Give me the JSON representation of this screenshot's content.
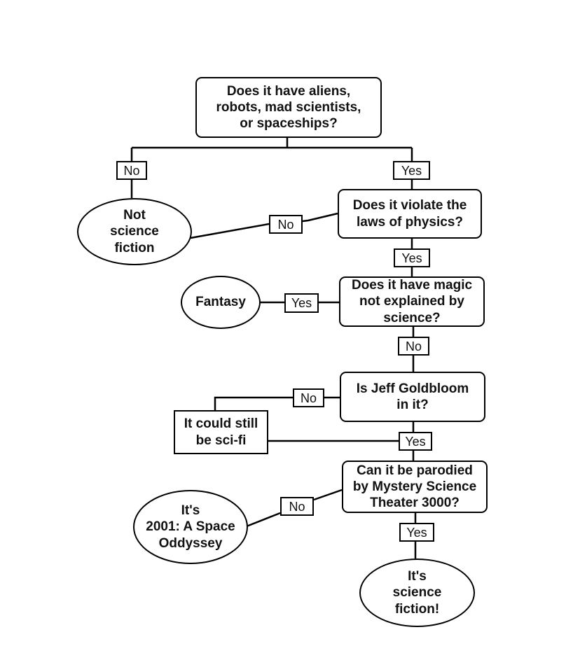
{
  "nodes": {
    "q1": "Does it have aliens,\nrobots, mad scientists,\nor spaceships?",
    "q2": "Does it violate the\nlaws of physics?",
    "q3": "Does it have magic\nnot explained by\nscience?",
    "q4": "Is Jeff Goldbloom\nin it?",
    "q5": "Can it be parodied\nby Mystery Science\nTheater 3000?",
    "not_scifi": "Not\nscience\nfiction",
    "fantasy": "Fantasy",
    "could_still": "It could still\nbe sci-fi",
    "space_odyssey": "It's\n2001: A Space\nOddyssey",
    "is_scifi": "It's\nscience\nfiction!"
  },
  "labels": {
    "q1_no": "No",
    "q1_yes": "Yes",
    "q2_no": "No",
    "q2_yes": "Yes",
    "q3_yes": "Yes",
    "q3_no": "No",
    "q4_no": "No",
    "q4_yes": "Yes",
    "q5_no": "No",
    "q5_yes": "Yes"
  }
}
